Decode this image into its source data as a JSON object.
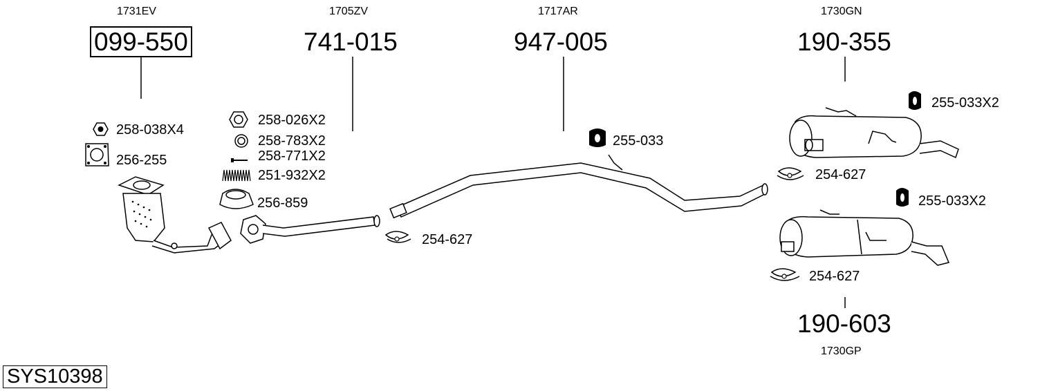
{
  "groups": [
    {
      "code": "1731EV",
      "part": "099-550"
    },
    {
      "code": "1705ZV",
      "part": "741-015"
    },
    {
      "code": "1717AR",
      "part": "947-005"
    },
    {
      "code": "1730GN",
      "part": "190-355"
    },
    {
      "code": "1730GP",
      "part": "190-603"
    }
  ],
  "labels": {
    "nut_258_038": "258-038X4",
    "gasket_256_255": "256-255",
    "nut_258_026": "258-026X2",
    "washer_258_783": "258-783X2",
    "bolt_258_771": "258-771X2",
    "spring_251_932": "251-932X2",
    "ring_256_859": "256-859",
    "clamp_254_627_a": "254-627",
    "hanger_255_033_a": "255-033",
    "hanger_255_033_b": "255-033X2",
    "clamp_254_627_b": "254-627",
    "hanger_255_033_c": "255-033X2",
    "clamp_254_627_c": "254-627"
  },
  "system_id": "SYS10398"
}
